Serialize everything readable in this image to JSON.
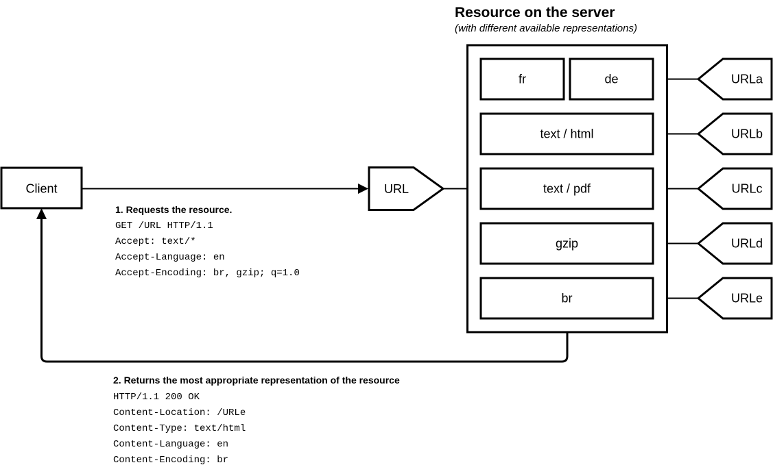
{
  "colors": {
    "ink": "#000000",
    "background": "#ffffff"
  },
  "server_panel": {
    "title": "Resource on the server",
    "subtitle": "(with different available representations)",
    "rows": [
      {
        "boxes": [
          "fr",
          "de"
        ],
        "url_label": "URLa"
      },
      {
        "boxes": [
          "text / html"
        ],
        "url_label": "URLb"
      },
      {
        "boxes": [
          "text / pdf"
        ],
        "url_label": "URLc"
      },
      {
        "boxes": [
          "gzip"
        ],
        "url_label": "URLd"
      },
      {
        "boxes": [
          "br"
        ],
        "url_label": "URLe"
      }
    ]
  },
  "client": {
    "label": "Client"
  },
  "url_tag": {
    "label": "URL"
  },
  "request": {
    "heading": "1. Requests the resource.",
    "lines": [
      "GET /URL HTTP/1.1",
      "Accept: text/*",
      "Accept-Language: en",
      "Accept-Encoding: br, gzip; q=1.0"
    ]
  },
  "response": {
    "heading": "2. Returns the most appropriate representation of the resource",
    "lines": [
      "HTTP/1.1 200 OK",
      "Content-Location: /URLe",
      "Content-Type: text/html",
      "Content-Language: en",
      "Content-Encoding: br"
    ]
  }
}
